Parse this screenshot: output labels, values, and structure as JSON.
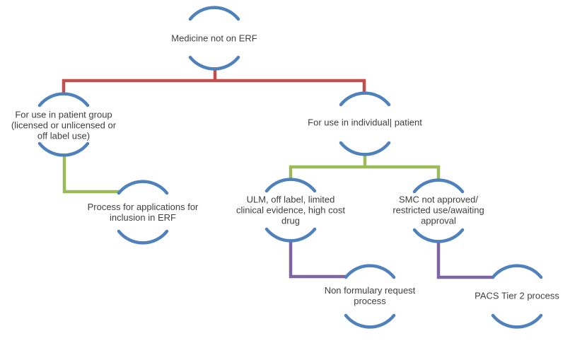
{
  "diagram": {
    "type": "flowchart",
    "colors": {
      "node_arc_blue": "#4F81BD",
      "level1_connector_red": "#C0504D",
      "level2_connector_green": "#9BBB59",
      "level3_connector_purple": "#8064A2",
      "text": "#3F3F3F",
      "background": "#FFFFFF"
    },
    "nodes": [
      {
        "id": "medicine-not-on-erf",
        "label": "Medicine not on ERF"
      },
      {
        "id": "patient-group",
        "label": "For use in patient group\n(licensed or unlicensed or\noff label use)"
      },
      {
        "id": "individual-patient",
        "label": "For use in individual| patient"
      },
      {
        "id": "process-applications-erf",
        "label": "Process for applications for\ninclusion in ERF"
      },
      {
        "id": "ulm-off-label",
        "label": "ULM, off label, limited\nclinical evidence, high cost\ndrug"
      },
      {
        "id": "smc-not-approved",
        "label": "SMC not approved/\nrestricted use/awaiting\napproval"
      },
      {
        "id": "non-formulary-request",
        "label": "Non formulary request\nprocess"
      },
      {
        "id": "pacs-tier-2",
        "label": "PACS Tier 2 process"
      }
    ],
    "edges": [
      {
        "from": "medicine-not-on-erf",
        "to": "patient-group",
        "color": "red"
      },
      {
        "from": "medicine-not-on-erf",
        "to": "individual-patient",
        "color": "red"
      },
      {
        "from": "patient-group",
        "to": "process-applications-erf",
        "color": "green"
      },
      {
        "from": "individual-patient",
        "to": "ulm-off-label",
        "color": "green"
      },
      {
        "from": "individual-patient",
        "to": "smc-not-approved",
        "color": "green"
      },
      {
        "from": "ulm-off-label",
        "to": "non-formulary-request",
        "color": "purple"
      },
      {
        "from": "smc-not-approved",
        "to": "pacs-tier-2",
        "color": "purple"
      }
    ]
  }
}
